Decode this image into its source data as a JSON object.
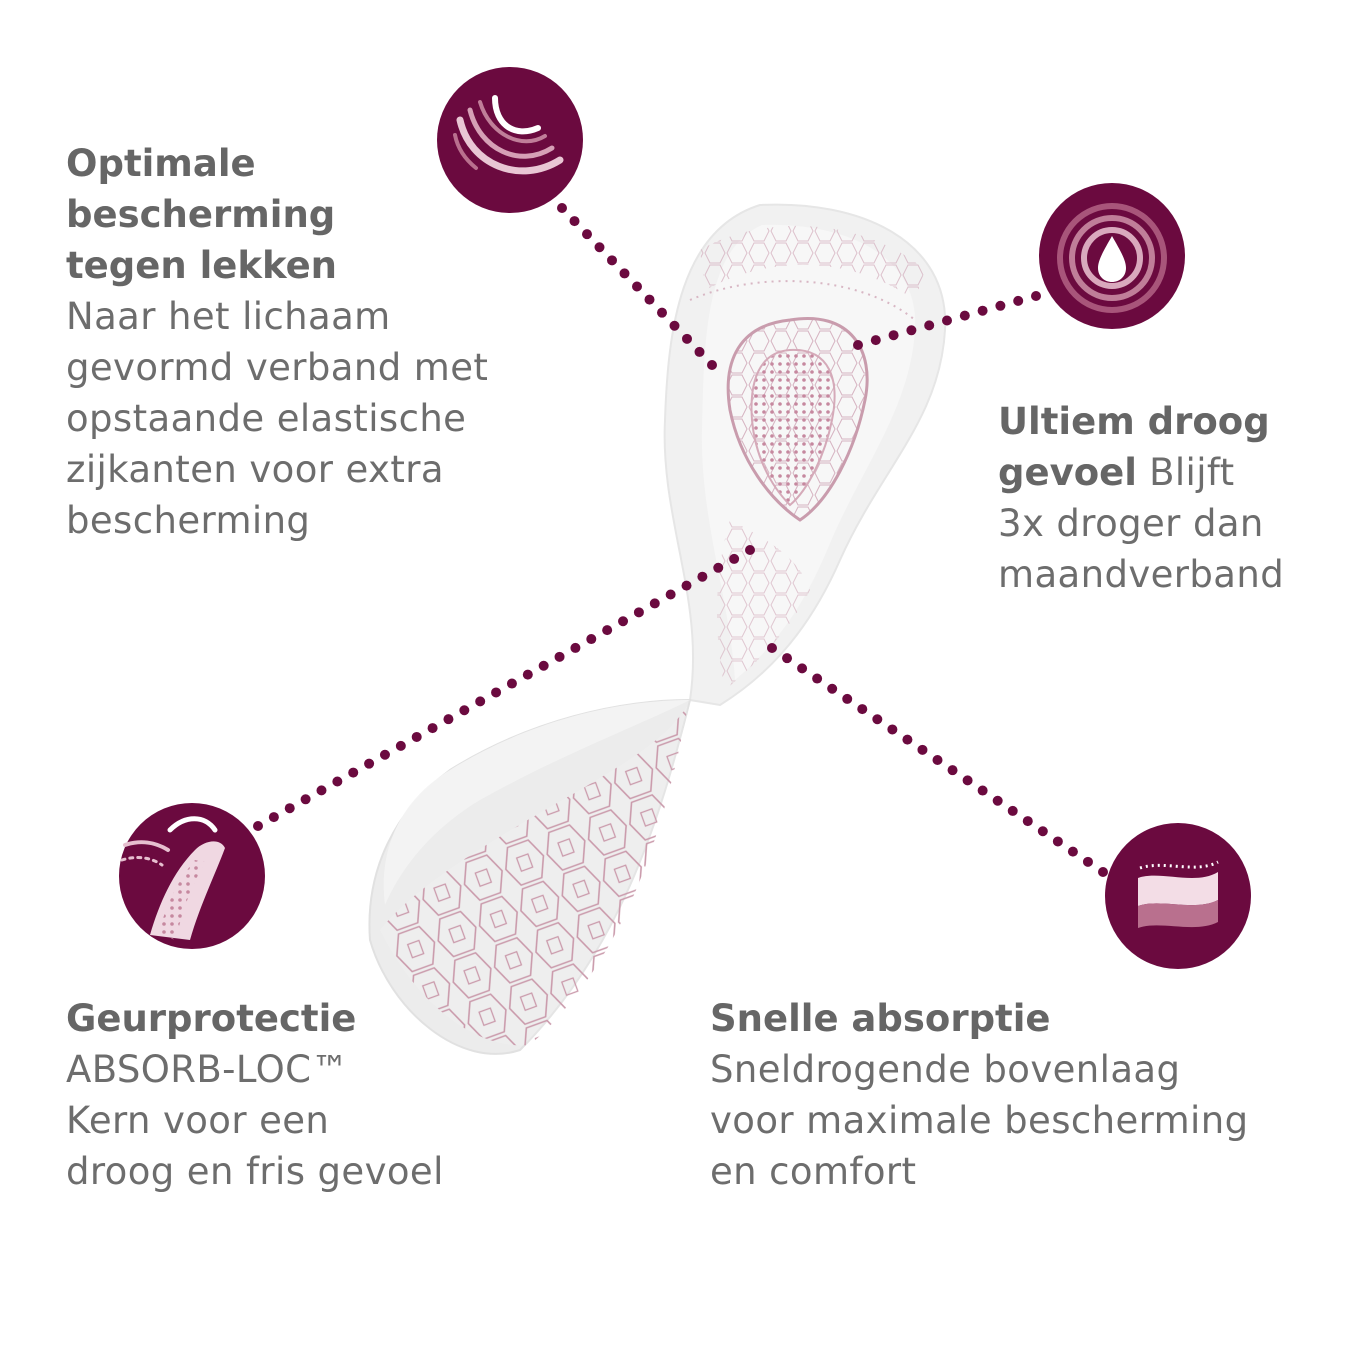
{
  "features": {
    "leak": {
      "title_lines": [
        "Optimale",
        "bescherming",
        "tegen lekken"
      ],
      "body_lines": [
        "Naar het lichaam",
        "gevormd verband met",
        "opstaande elastische",
        "zijkanten voor extra",
        "bescherming"
      ],
      "icon": "curved-waves-icon"
    },
    "dry": {
      "title_lines": [
        "Ultiem droog",
        "gevoel"
      ],
      "inline_text": "Blijft",
      "body_lines": [
        "3x droger dan",
        "maandverband"
      ],
      "icon": "droplet-rings-icon"
    },
    "odor": {
      "title": "Geurprotectie",
      "body_lines": [
        "ABSORB-LOC™",
        "Kern voor een",
        "droog en fris gevoel"
      ],
      "icon": "pad-side-view-icon"
    },
    "absorb": {
      "title": "Snelle absorptie",
      "body_lines": [
        "Sneldrogende bovenlaag",
        "voor maximale bescherming",
        "en comfort"
      ],
      "icon": "layers-icon"
    }
  },
  "colors": {
    "accent": "#6b0a3f",
    "text": "#6d6d6d",
    "pattern": "#b8788f"
  }
}
